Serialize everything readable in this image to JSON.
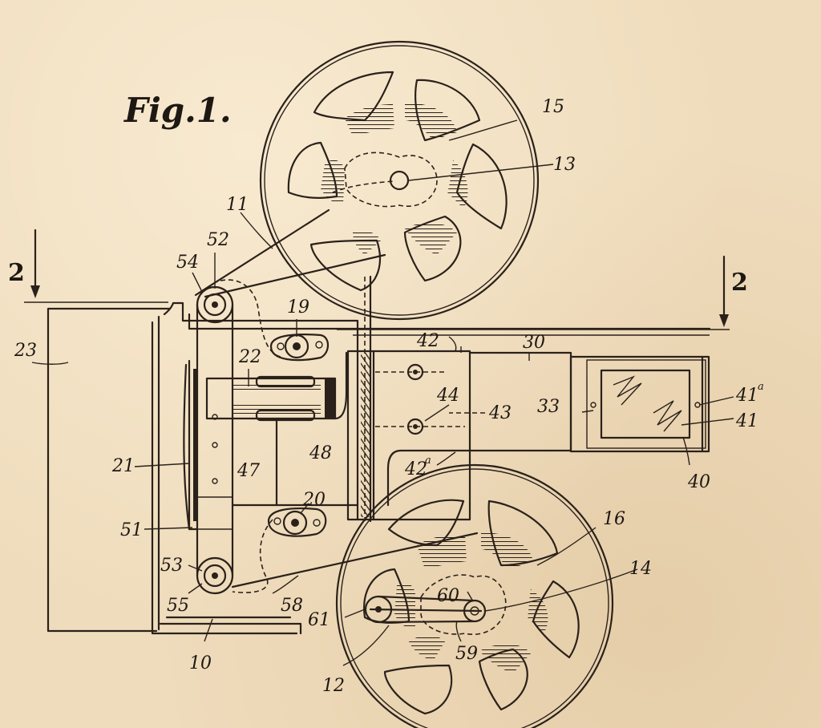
{
  "figure_label": "Fig.1.",
  "section_marks": [
    {
      "id": "left",
      "label": "2"
    },
    {
      "id": "right",
      "label": "2"
    }
  ],
  "reference_numerals": {
    "n10": "10",
    "n11": "11",
    "n12": "12",
    "n13": "13",
    "n14": "14",
    "n15": "15",
    "n16": "16",
    "n19": "19",
    "n20": "20",
    "n21": "21",
    "n22": "22",
    "n23": "23",
    "n30": "30",
    "n33": "33",
    "n40": "40",
    "n41": "41",
    "n41a": "41",
    "n41a_sup": "a",
    "n42": "42",
    "n42a": "42",
    "n42a_sup": "a",
    "n43": "43",
    "n44": "44",
    "n47": "47",
    "n48": "48",
    "n51": "51",
    "n52": "52",
    "n53": "53",
    "n54": "54",
    "n55": "55",
    "n58": "58",
    "n59": "59",
    "n60": "60",
    "n61": "61"
  },
  "colors": {
    "paper": "#efdcbc",
    "ink": "#2a211a"
  }
}
